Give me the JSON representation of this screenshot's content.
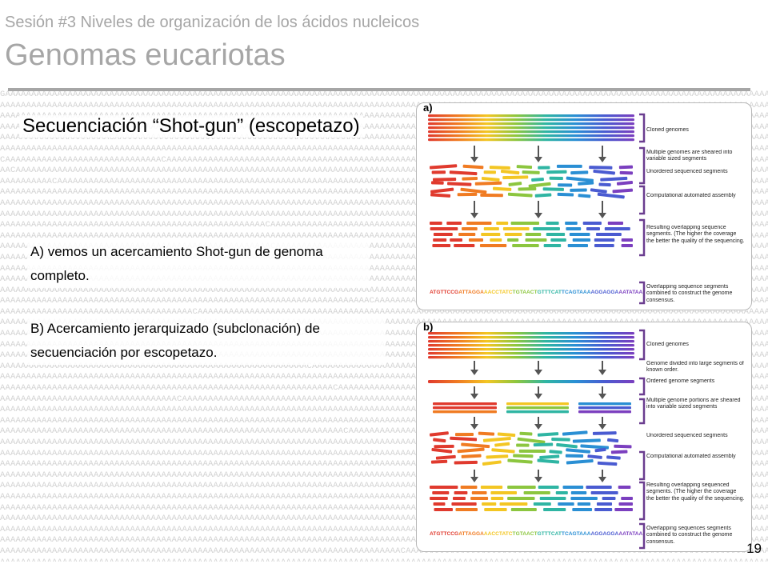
{
  "header": {
    "session": "Sesión #3 Niveles de organización de los ácidos nucleicos",
    "title": "Genomas eucariotas"
  },
  "content": {
    "heading": "Secuenciación “Shot-gun” (escopetazo)",
    "text_a": "A) vemos un acercamiento Shot-gun de genoma completo.",
    "text_b": "B) Acercamiento jerarquizado (subclonación) de secuenciación por escopetazo."
  },
  "figure": {
    "panel_a": {
      "letter": "a)",
      "labels": [
        "Cloned genomes",
        "Multiple genomes are sheared into variable sized segments",
        "Unordered sequenced segments",
        "Computational automated assembly",
        "Resulting overlapping sequence segments. (The higher the coverage the better the quality of the sequencing.",
        "Overlapping sequence segments combined to construct the genome consensus."
      ],
      "consensus": "ATGTTCCGATTAGGAAACCTATCTGTAACTGTTTCATTCAGTAAAAGGAGGAAATATAA"
    },
    "panel_b": {
      "letter": "b)",
      "labels": [
        "Cloned genomes",
        "Genome divided into large segments of known order.",
        "Ordered genome segments",
        "Multiple genome portions are sheared into variable sized segments",
        "Unordered sequenced segments",
        "Computational automated assembly",
        "Resulting overlapping sequenced segments. (The higher the coverage the better the quality of the sequencing.",
        "Overlapping sequences segments combined to construct the genome consensus."
      ],
      "consensus": "ATGTTCCGATTAGGAAACCTATCTGTAACTGTTTCATTCAGTAAAAGGAGGAAATATAA"
    }
  },
  "page_number": "19",
  "colors": {
    "title_gray": "#a6a6a6",
    "bracket_purple": "#6a3d8f",
    "background_dna": "#d2d2d2"
  }
}
